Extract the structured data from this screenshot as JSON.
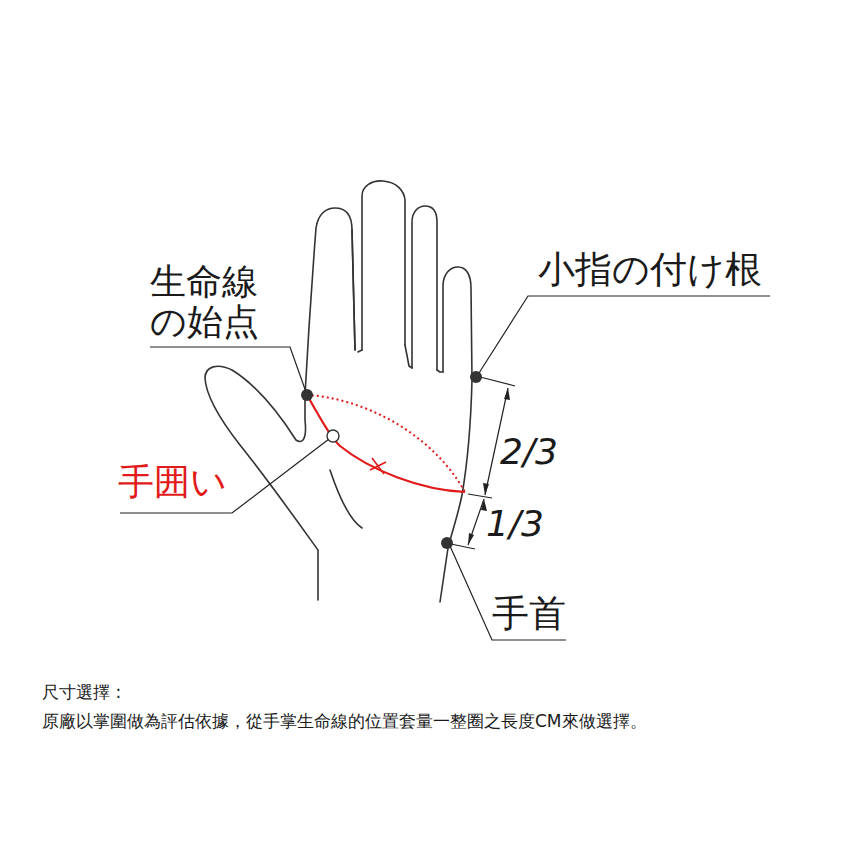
{
  "diagram": {
    "labels": [
      "生命線 の始点",
      "小指の付け根",
      "2/3",
      "1/3",
      "手囲い",
      "手首",
      "尺寸選擇 :",
      "原廠以掌圍做為評估依據，從手掌生命線的位置套量一整圈之長度CM來做選擇。"
    ]
  }
}
